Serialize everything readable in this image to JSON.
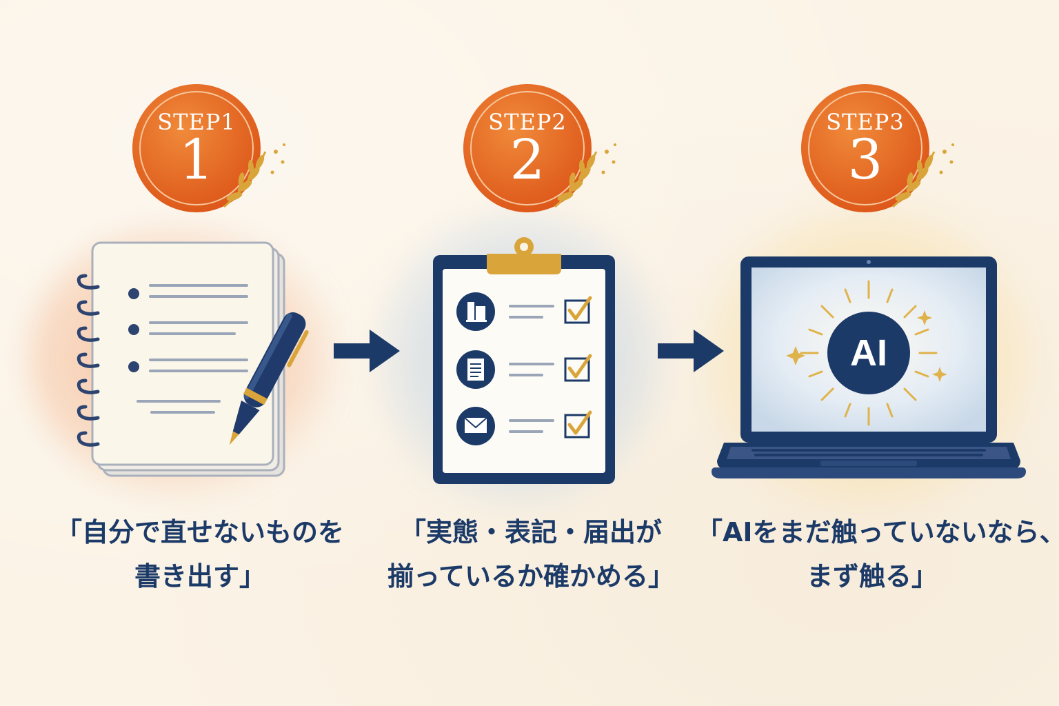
{
  "steps": [
    {
      "label": "STEP1",
      "number": "1",
      "caption_lines": [
        "「自分で直せないものを",
        "書き出す」"
      ],
      "illustration_icon": "notebook-pen-icon"
    },
    {
      "label": "STEP2",
      "number": "2",
      "caption_lines": [
        "「実態・表記・届出が",
        "揃っているか確かめる」"
      ],
      "illustration_icon": "clipboard-checklist-icon",
      "checklist_icons": [
        "building-icon",
        "document-icon",
        "envelope-icon"
      ]
    },
    {
      "label": "STEP3",
      "number": "3",
      "caption_lines": [
        "「AIをまだ触っていないなら、",
        "まず触る」"
      ],
      "illustration_icon": "laptop-ai-icon",
      "screen_text": "AI"
    }
  ],
  "colors": {
    "background": "#fbf3e6",
    "badge_orange": "#e8681f",
    "navy": "#1c3a68",
    "gold": "#d9a53a"
  }
}
